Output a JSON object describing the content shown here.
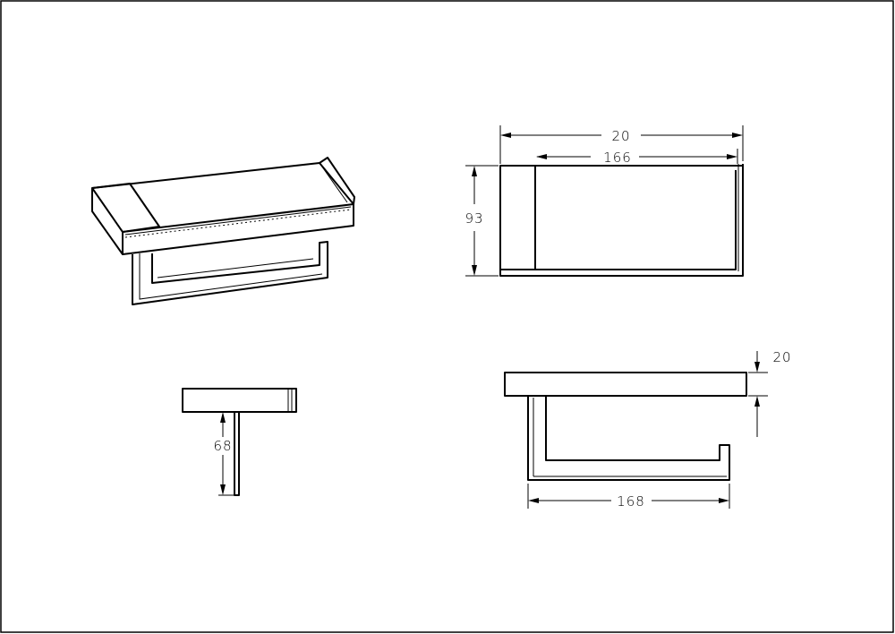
{
  "drawing": {
    "views": [
      {
        "name": "isometric-view"
      },
      {
        "name": "top-view"
      },
      {
        "name": "side-view"
      },
      {
        "name": "front-view"
      }
    ],
    "dimensions": {
      "top_overall_width": "20",
      "top_inner_width": "166",
      "top_depth": "93",
      "side_projection": "68",
      "front_thickness": "20",
      "front_width": "168"
    }
  }
}
